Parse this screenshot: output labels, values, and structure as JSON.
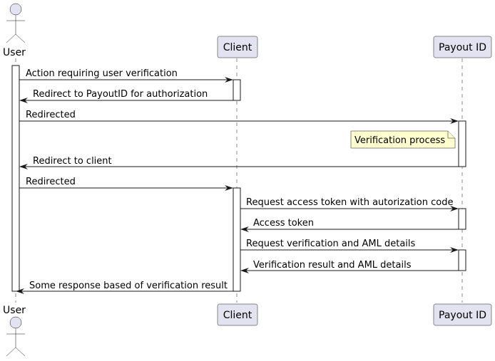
{
  "participants": {
    "user": "User",
    "client": "Client",
    "payout": "Payout ID"
  },
  "messages": [
    "Action requiring user verification",
    "Redirect to PayoutID for authorization",
    "Redirected",
    "Redirect to client",
    "Redirected",
    "Request access token with autorization code",
    "Access token",
    "Request verification and AML details",
    "Verification result and AML details",
    "Some response based of verification result"
  ],
  "note": "Verification process"
}
